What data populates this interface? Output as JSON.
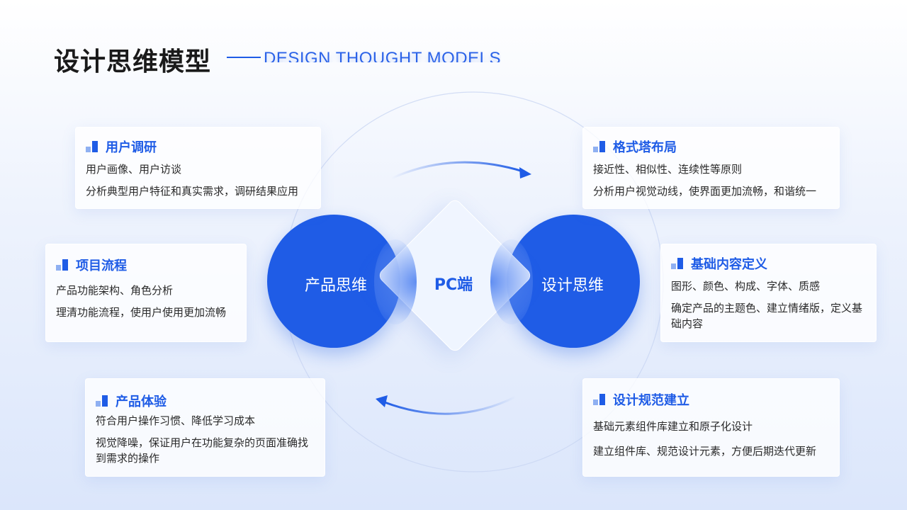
{
  "header": {
    "title": "设计思维模型",
    "subtitle": "DESIGN THOUGHT MODELS"
  },
  "center": {
    "left_circle": "产品思维",
    "right_circle": "设计思维",
    "diamond": "PC端"
  },
  "cards": {
    "user_research": {
      "title": "用户调研",
      "lines": [
        "用户画像、用户访谈",
        "分析典型用户特征和真实需求，调研结果应用"
      ]
    },
    "project_flow": {
      "title": "项目流程",
      "lines": [
        "产品功能架构、角色分析",
        "理清功能流程，使用户使用更加流畅"
      ]
    },
    "product_experience": {
      "title": "产品体验",
      "lines": [
        "符合用户操作习惯、降低学习成本",
        "视觉降噪，保证用户在功能复杂的页面准确找到需求的操作"
      ]
    },
    "gestalt_layout": {
      "title": "格式塔布局",
      "lines": [
        "接近性、相似性、连续性等原则",
        "分析用户视觉动线，使界面更加流畅，和谐统一"
      ]
    },
    "basic_content": {
      "title": "基础内容定义",
      "lines": [
        "图形、颜色、构成、字体、质感",
        "确定产品的主题色、建立情绪版，定义基础内容"
      ]
    },
    "design_standard": {
      "title": "设计规范建立",
      "lines": [
        "基础元素组件库建立和原子化设计",
        "建立组件库、规范设计元素，方便后期迭代更新"
      ]
    }
  },
  "colors": {
    "accent": "#1f5ce6",
    "accent_light": "#8fb0f2",
    "title": "#1a1a1a"
  },
  "icons": [
    "bar-chart-icon",
    "arrow-right-icon",
    "arrow-left-icon"
  ]
}
